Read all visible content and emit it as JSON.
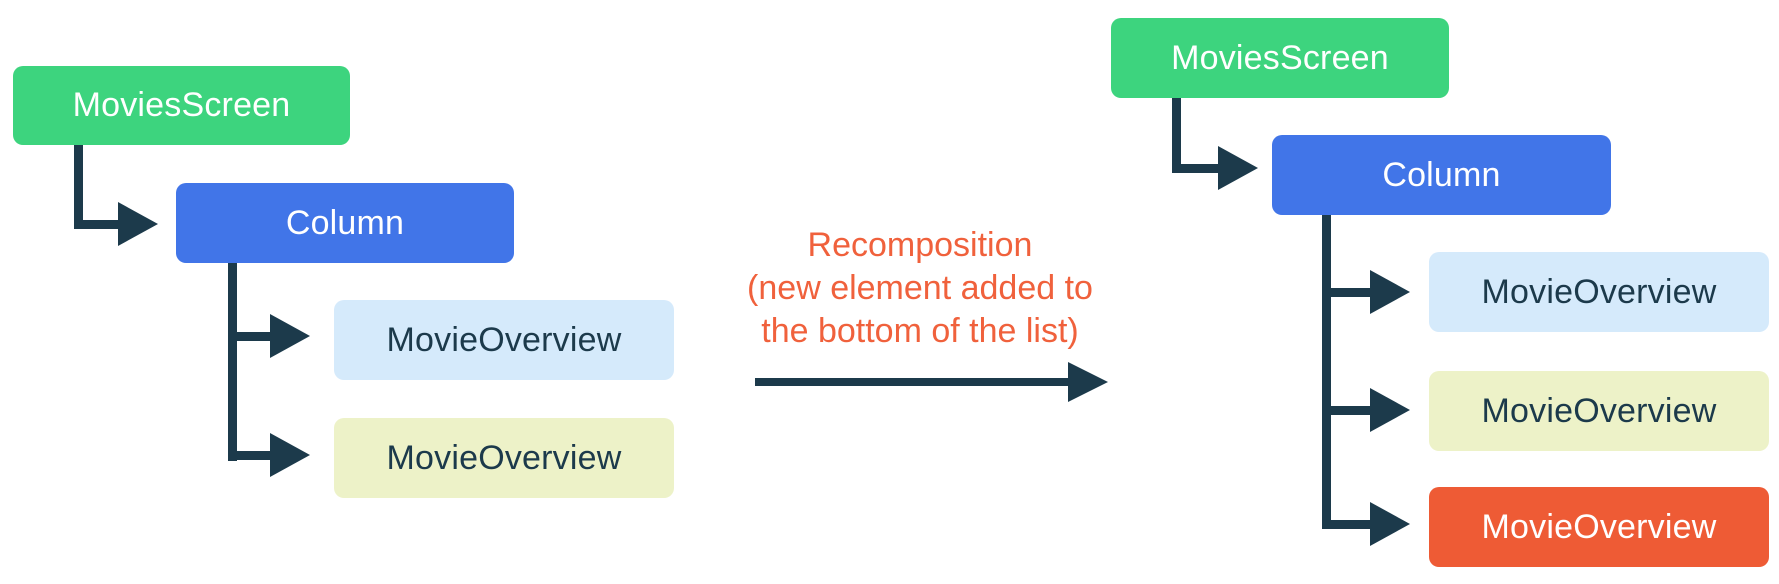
{
  "colors": {
    "green": "#3DD47E",
    "blue": "#4175E8",
    "light-blue": "#D5EAFB",
    "pale-green": "#EDF2C8",
    "orange": "#EE5B35",
    "connector": "#1C3A4B",
    "annotation": "#F0613C",
    "text-light": "#FFFFFF",
    "text-dark": "#1C3A4B"
  },
  "left_tree": {
    "root": "MoviesScreen",
    "child": "Column",
    "leaves": [
      "MovieOverview",
      "MovieOverview"
    ]
  },
  "right_tree": {
    "root": "MoviesScreen",
    "child": "Column",
    "leaves": [
      "MovieOverview",
      "MovieOverview",
      "MovieOverview"
    ]
  },
  "annotation": {
    "line1": "Recomposition",
    "line2": "(new element added to",
    "line3": "the bottom of the list)"
  }
}
